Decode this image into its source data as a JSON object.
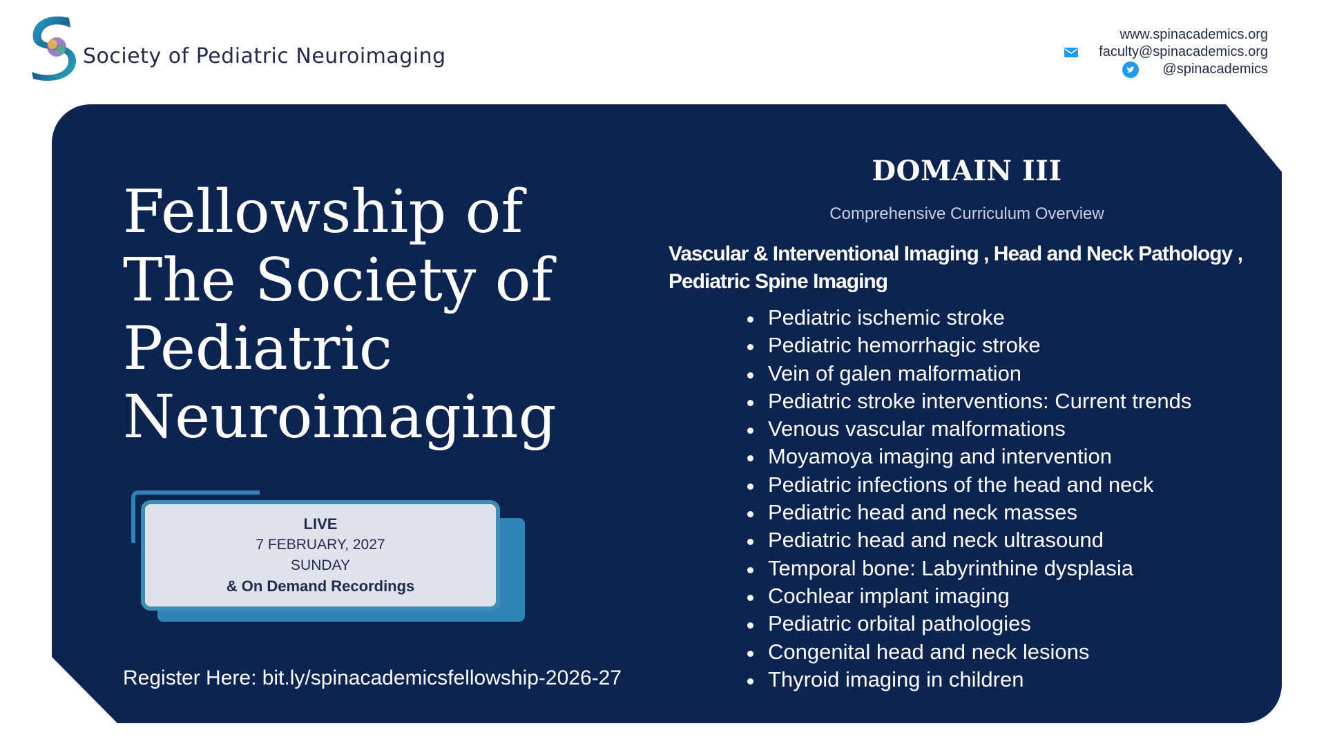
{
  "header": {
    "org_name": "Society of Pediatric Neuroimaging",
    "logo_icon": "spin-s-brain-logo-icon",
    "contacts": {
      "website": "www.spinacademics.org",
      "email": "faculty@spinacademics.org",
      "twitter": "@spinacademics",
      "email_icon": "mail-icon",
      "twitter_icon": "twitter-icon"
    }
  },
  "main": {
    "title_lines": [
      "Fellowship of",
      "The Society of",
      "Pediatric",
      "Neuroimaging"
    ],
    "event": {
      "live": "LIVE",
      "date": "7 FEBRUARY, 2027",
      "day": "SUNDAY",
      "on_demand": "& On Demand  Recordings"
    },
    "register": "Register Here: bit.ly/spinacademicsfellowship-2026-27"
  },
  "domain": {
    "title": "DOMAIN III",
    "subtitle": "Comprehensive Curriculum Overview",
    "topics": "Vascular & Interventional Imaging , Head and Neck Pathology , Pediatric Spine Imaging",
    "items": [
      "Pediatric ischemic stroke",
      "Pediatric hemorrhagic stroke",
      "Vein of galen malformation",
      "Pediatric stroke interventions: Current trends",
      "Venous vascular malformations",
      "Moyamoya imaging and intervention",
      "Pediatric infections of the head and neck",
      "Pediatric head and neck masses",
      "Pediatric head and neck ultrasound",
      "Temporal bone: Labyrinthine dysplasia",
      "Cochlear implant imaging",
      "Pediatric orbital pathologies",
      "Congenital head and neck lesions",
      "Thyroid imaging  in children"
    ]
  },
  "colors": {
    "panel": "#0d2350",
    "card_bg": "#dde2ec",
    "card_accent": "#2e84b9",
    "text_dark": "#1f2b48",
    "icon_blue": "#1d9bf0"
  }
}
